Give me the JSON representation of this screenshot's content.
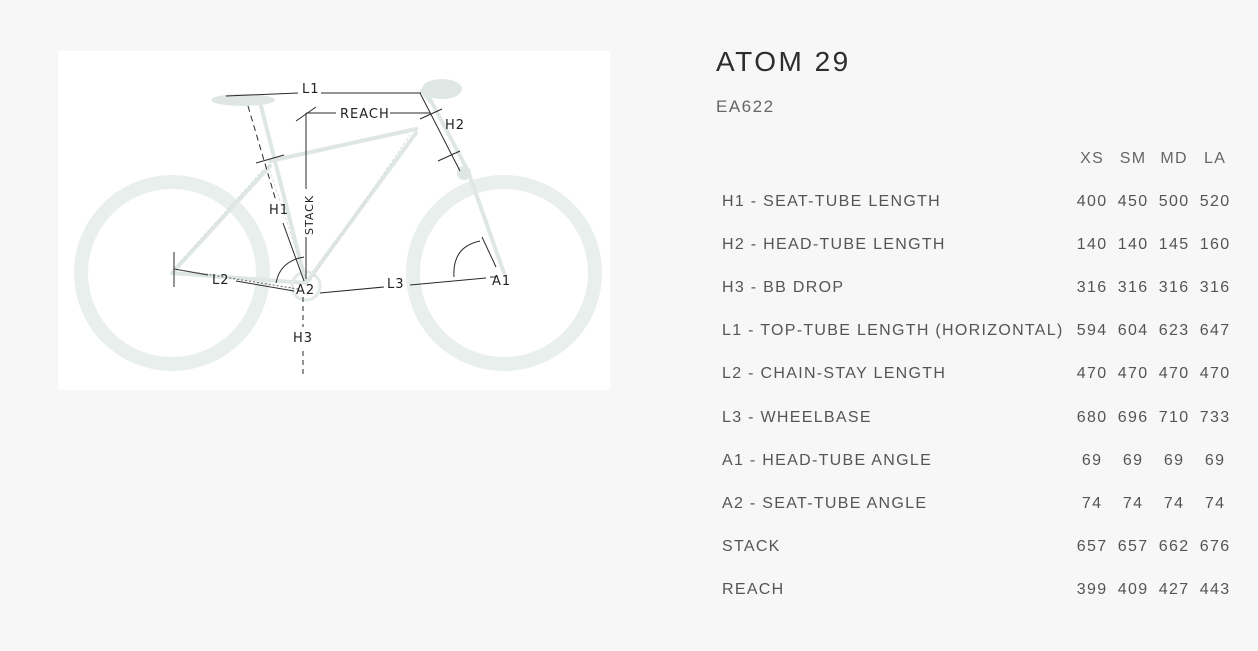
{
  "product": {
    "name": "ATOM 29",
    "code": "EA622"
  },
  "diagram": {
    "labels": {
      "l1": "L1",
      "reach": "REACH",
      "h2": "H2",
      "h1": "H1",
      "stack": "STACK",
      "l2": "L2",
      "a2": "A2",
      "l3": "L3",
      "a1": "A1",
      "h3": "H3"
    },
    "colors": {
      "wheel": "#e9efed",
      "frame": "#dfe7e5",
      "lines": "#2a2a2a"
    }
  },
  "geometry": {
    "sizes": [
      "XS",
      "SM",
      "MD",
      "LA"
    ],
    "rows": [
      {
        "label": "H1 - SEAT-TUBE LENGTH",
        "values": [
          "400",
          "450",
          "500",
          "520"
        ]
      },
      {
        "label": "H2 - HEAD-TUBE LENGTH",
        "values": [
          "140",
          "140",
          "145",
          "160"
        ]
      },
      {
        "label": "H3 - BB DROP",
        "values": [
          "316",
          "316",
          "316",
          "316"
        ]
      },
      {
        "label": "L1 - TOP-TUBE LENGTH (HORIZONTAL)",
        "values": [
          "594",
          "604",
          "623",
          "647"
        ]
      },
      {
        "label": "L2 - CHAIN-STAY LENGTH",
        "values": [
          "470",
          "470",
          "470",
          "470"
        ]
      },
      {
        "label": "L3 - WHEELBASE",
        "values": [
          "680",
          "696",
          "710",
          "733"
        ]
      },
      {
        "label": "A1 - HEAD-TUBE ANGLE",
        "values": [
          "69",
          "69",
          "69",
          "69"
        ]
      },
      {
        "label": "A2 - SEAT-TUBE ANGLE",
        "values": [
          "74",
          "74",
          "74",
          "74"
        ]
      },
      {
        "label": "STACK",
        "values": [
          "657",
          "657",
          "662",
          "676"
        ]
      },
      {
        "label": "REACH",
        "values": [
          "399",
          "409",
          "427",
          "443"
        ]
      }
    ]
  }
}
